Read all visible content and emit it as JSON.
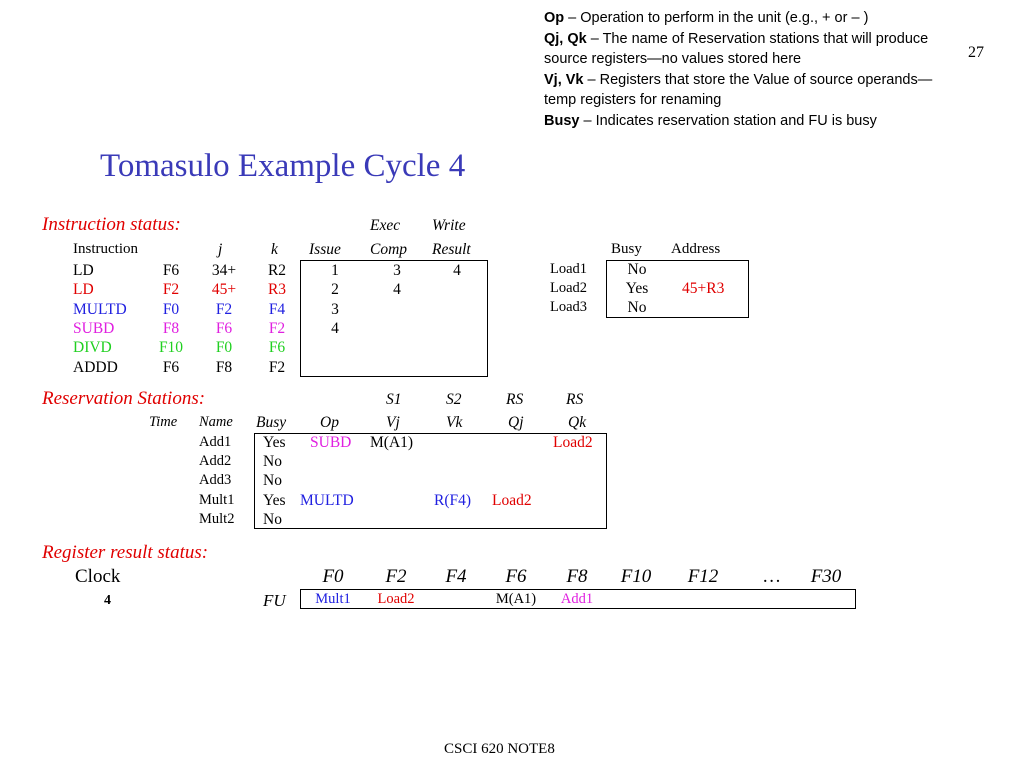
{
  "page_number": "27",
  "notes": [
    {
      "term": "Op",
      "text": " – Operation to perform in the unit (e.g., + or – )"
    },
    {
      "term": "Qj, Qk",
      "text": " – The name of Reservation stations that will produce source registers—no values stored here"
    },
    {
      "term": "Vj, Vk",
      "text": " – Registers that store the Value of source operands—temp registers for renaming"
    },
    {
      "term": "Busy",
      "text": " – Indicates reservation station and FU is busy"
    }
  ],
  "title": "Tomasulo Example Cycle 4",
  "colors": {
    "title": "#3a3ab8",
    "section": "#e00000",
    "black": "#000000",
    "red": "#e00000",
    "blue": "#2020e0",
    "magenta": "#e020e0",
    "green": "#20d020"
  },
  "instruction_status": {
    "label": "Instruction status:",
    "header_top": {
      "exec": "Exec",
      "write": "Write"
    },
    "headers": {
      "instruction": "Instruction",
      "j": "j",
      "k": "k",
      "issue": "Issue",
      "comp": "Comp",
      "result": "Result"
    },
    "rows": [
      {
        "instr": "LD",
        "dest": "F6",
        "j": "34+",
        "k": "R2",
        "issue": "1",
        "exec": "3",
        "write": "4",
        "color": "black"
      },
      {
        "instr": "LD",
        "dest": "F2",
        "j": "45+",
        "k": "R3",
        "issue": "2",
        "exec": "4",
        "write": "",
        "color": "red"
      },
      {
        "instr": "MULTD",
        "dest": "F0",
        "j": "F2",
        "k": "F4",
        "issue": "3",
        "exec": "",
        "write": "",
        "color": "blue"
      },
      {
        "instr": "SUBD",
        "dest": "F8",
        "j": "F6",
        "k": "F2",
        "issue": "4",
        "exec": "",
        "write": "",
        "color": "magenta"
      },
      {
        "instr": "DIVD",
        "dest": "F10",
        "j": "F0",
        "k": "F6",
        "issue": "",
        "exec": "",
        "write": "",
        "color": "green"
      },
      {
        "instr": "ADDD",
        "dest": "F6",
        "j": "F8",
        "k": "F2",
        "issue": "",
        "exec": "",
        "write": "",
        "color": "black"
      }
    ]
  },
  "load_buffers": {
    "headers": {
      "busy": "Busy",
      "address": "Address"
    },
    "rows": [
      {
        "name": "Load1",
        "busy": "No",
        "address": ""
      },
      {
        "name": "Load2",
        "busy": "Yes",
        "address": "45+R3"
      },
      {
        "name": "Load3",
        "busy": "No",
        "address": ""
      }
    ]
  },
  "reservation_stations": {
    "label": "Reservation Stations:",
    "header_top": {
      "s1": "S1",
      "s2": "S2",
      "rs1": "RS",
      "rs2": "RS"
    },
    "headers": {
      "time": "Time",
      "name": "Name",
      "busy": "Busy",
      "op": "Op",
      "vj": "Vj",
      "vk": "Vk",
      "qj": "Qj",
      "qk": "Qk"
    },
    "rows": [
      {
        "name": "Add1",
        "busy": "Yes",
        "op": "SUBD",
        "vj": "M(A1)",
        "vk": "",
        "qj": "",
        "qk": "Load2"
      },
      {
        "name": "Add2",
        "busy": "No",
        "op": "",
        "vj": "",
        "vk": "",
        "qj": "",
        "qk": ""
      },
      {
        "name": "Add3",
        "busy": "No",
        "op": "",
        "vj": "",
        "vk": "",
        "qj": "",
        "qk": ""
      },
      {
        "name": "Mult1",
        "busy": "Yes",
        "op": "MULTD",
        "vj": "",
        "vk": "R(F4)",
        "qj": "Load2",
        "qk": ""
      },
      {
        "name": "Mult2",
        "busy": "No",
        "op": "",
        "vj": "",
        "vk": "",
        "qj": "",
        "qk": ""
      }
    ]
  },
  "register_result_status": {
    "label": "Register result status:",
    "clock_label": "Clock",
    "clock_value": "4",
    "fu_label": "FU",
    "registers": [
      "F0",
      "F2",
      "F4",
      "F6",
      "F8",
      "F10",
      "F12",
      "…",
      "F30"
    ],
    "values": [
      "Mult1",
      "Load2",
      "",
      "M(A1)",
      "Add1",
      "",
      "",
      "",
      ""
    ]
  },
  "footer": "CSCI 620 NOTE8"
}
